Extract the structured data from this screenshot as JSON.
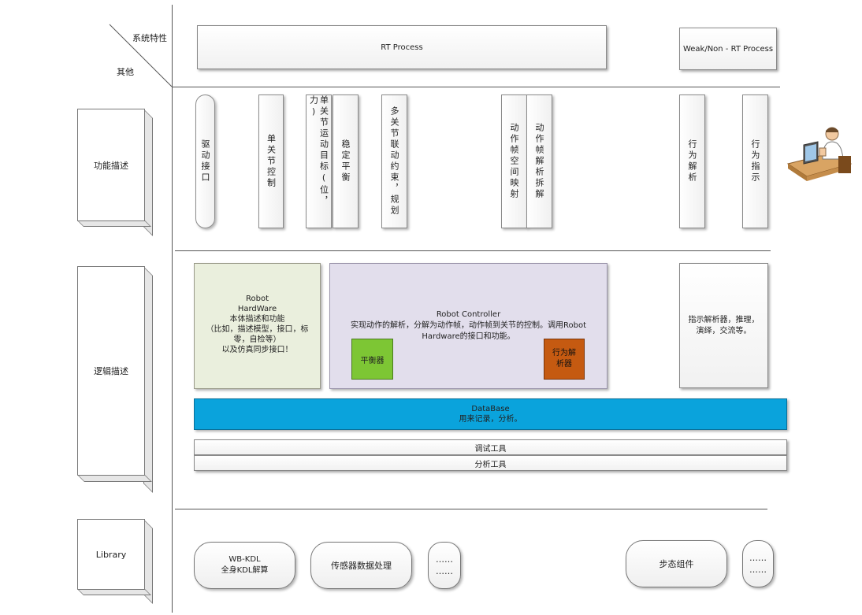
{
  "header": {
    "corner_top": "系统特性",
    "corner_bottom": "其他",
    "rt_process": "RT Process",
    "weak_process": "Weak/Non - RT Process"
  },
  "rows": {
    "function": "功能描述",
    "logic": "逻辑描述",
    "library": "Library"
  },
  "functions": [
    "驱动接口",
    "单关节控制",
    "单关节运动目标(位，力)",
    "稳定平衡",
    "多关节联动约束，规划",
    "动作帧空间映射",
    "动作帧解析拆解",
    "行为解析",
    "行为指示"
  ],
  "logic": {
    "robot_hardware": {
      "title1": "Robot",
      "title2": "HardWare",
      "line1": "本体描述和功能",
      "line2": "（比如，描述模型，接口，标",
      "line3": "零，自检等）",
      "line4": "以及仿真同步接口！"
    },
    "robot_controller": {
      "title": "Robot Controller",
      "line1": "实现动作的解析，分解为动作帧，动作帧到关节的控制。调用Robot",
      "line2": "Hardware的接口和功能。",
      "balancer": "平衡器",
      "behavior_parser": "行为解析器"
    },
    "instruction_parser": "指示解析器，推理，演绎，交流等。",
    "database": {
      "title": "DataBase",
      "desc": "用来记录，分析。"
    },
    "debug_tool": "调试工具",
    "analysis_tool": "分析工具"
  },
  "library": {
    "wbkdl_title": "WB-KDL",
    "wbkdl_desc": "全身KDL解算",
    "sensor": "传感器数据处理",
    "more1": "……",
    "gait": "步态组件",
    "more2": "……"
  },
  "colors": {
    "hardware_bg": "#eaefdd",
    "controller_bg": "#e2deec",
    "database_bg": "#0aa3dc",
    "balancer_bg": "#7dc634",
    "behavior_bg": "#c55a11"
  }
}
